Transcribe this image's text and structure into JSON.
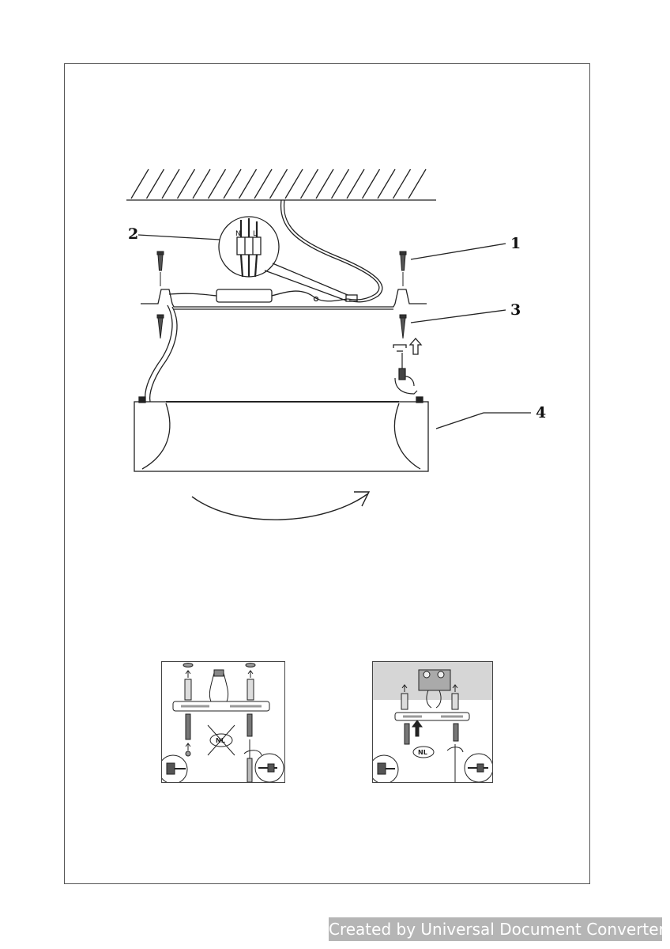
{
  "callouts": {
    "c1": "1",
    "c2": "2",
    "c3": "3",
    "c4": "4"
  },
  "wiring": {
    "terminal_n": "N",
    "terminal_l": "L"
  },
  "panels": {
    "left_badge": "NL",
    "right_badge": "NL"
  },
  "watermark": "Created by Universal Document Converter"
}
